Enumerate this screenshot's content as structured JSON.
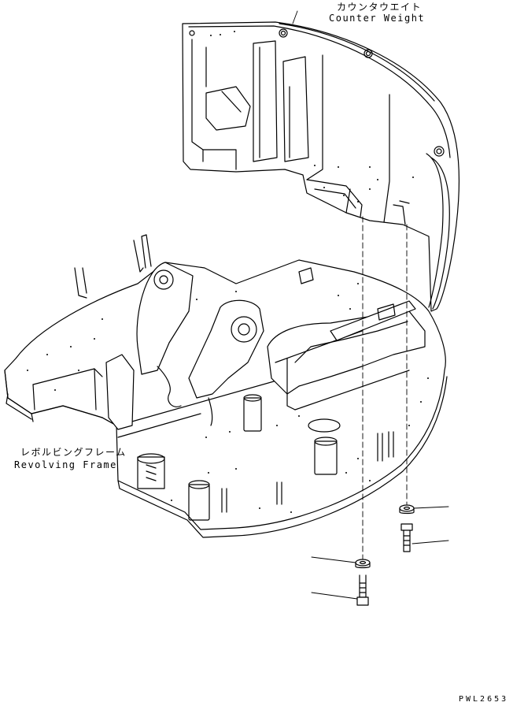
{
  "labels": {
    "counter_weight_jp": "カウンタウエイト",
    "counter_weight_en": "Counter Weight",
    "revolving_frame_jp": "レボルビングフレーム",
    "revolving_frame_en": "Revolving Frame"
  },
  "drawing_code": "PWL2653",
  "colors": {
    "line": "#000000",
    "background": "#ffffff"
  }
}
